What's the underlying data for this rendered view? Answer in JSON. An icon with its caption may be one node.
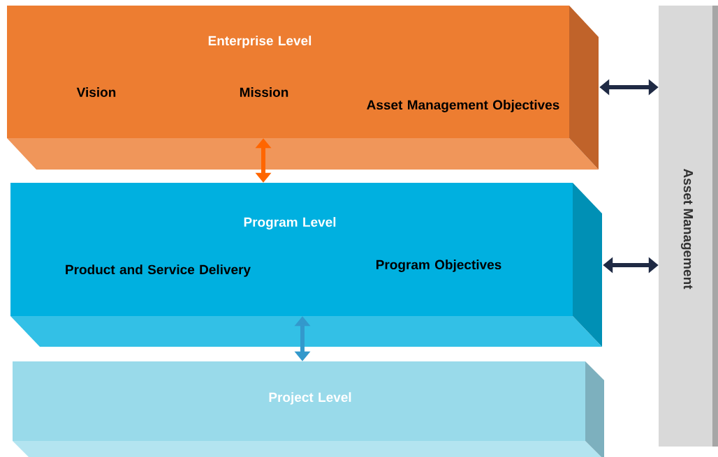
{
  "diagram": {
    "nodes": [
      {
        "text": [
          "Enterprise Level",
          "Vision",
          "Mission",
          "Asset Management Objectives"
        ]
      },
      {
        "text": [
          "Program Level",
          "Product and Service Delivery",
          "Program Objectives"
        ]
      },
      {
        "text": [
          "Project Level"
        ]
      },
      {
        "text": [
          "Asset Management"
        ]
      }
    ],
    "edges": [
      {
        "from": 0,
        "to": 1,
        "arrow": "both",
        "color": "#ff6600"
      },
      {
        "from": 1,
        "to": 2,
        "arrow": "both",
        "color": "#3399cc"
      },
      {
        "from": 0,
        "to": 3,
        "arrow": "both"
      },
      {
        "from": 1,
        "to": 3,
        "arrow": "both"
      }
    ]
  }
}
